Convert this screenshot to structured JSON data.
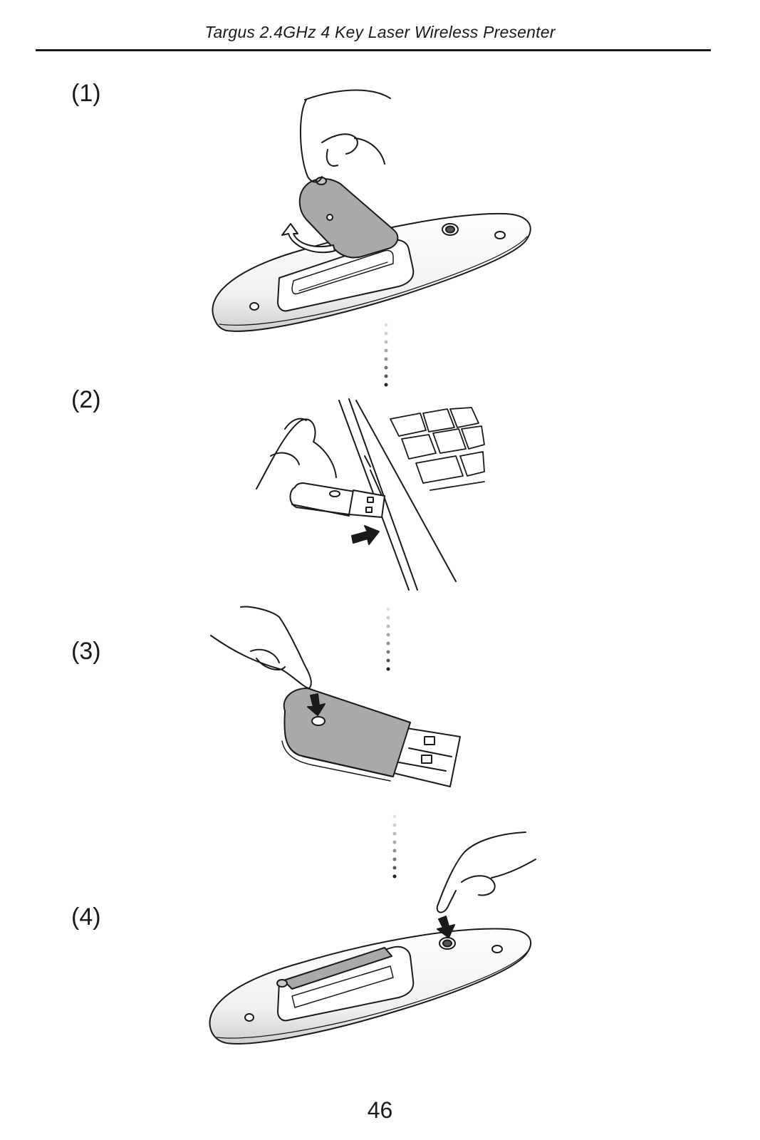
{
  "header": {
    "title": "Targus 2.4GHz 4 Key Laser Wireless Presenter"
  },
  "steps": [
    {
      "label": "(1)",
      "illustration": "open-battery-cover-illustration"
    },
    {
      "label": "(2)",
      "illustration": "insert-usb-receiver-illustration"
    },
    {
      "label": "(3)",
      "illustration": "press-receiver-connect-button-illustration"
    },
    {
      "label": "(4)",
      "illustration": "press-presenter-connect-button-illustration"
    }
  ],
  "footer": {
    "page_number": "46"
  },
  "colors": {
    "ink": "#1a1a1a",
    "gray_fill": "#a9a9a9",
    "light_fill": "#f2f2f2"
  }
}
